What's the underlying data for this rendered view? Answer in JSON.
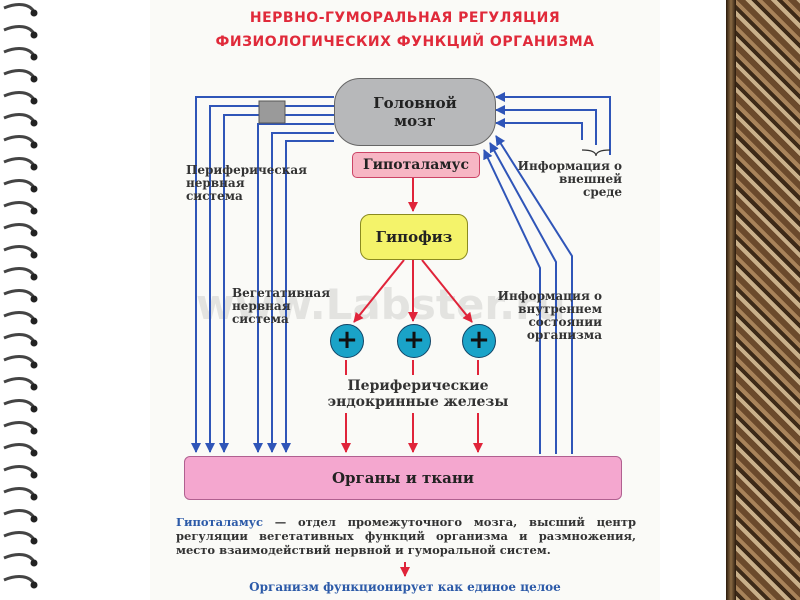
{
  "title": {
    "line1": "НЕРВНО-ГУМОРАЛЬНАЯ РЕГУЛЯЦИЯ",
    "line2": "ФИЗИОЛОГИЧЕСКИХ ФУНКЦИЙ ОРГАНИЗМА"
  },
  "nodes": {
    "brain": "Головной мозг",
    "hypothalamus": "Гипоталамус",
    "pituitary": "Гипофиз",
    "organs": "Органы и ткани"
  },
  "labels": {
    "peripheral_nervous": "Периферическая нервная система",
    "vegetative": "Вегетативная нервная система",
    "external_info": "Информация о внешней среде",
    "internal_info": "Информация о внутреннем состоянии организма",
    "peripheral_glands": "Периферические эндокринные железы"
  },
  "plus_symbol": "+",
  "watermark": "www.Labster.ru",
  "caption": {
    "term": "Гипоталамус",
    "text": " — отдел промежуточного мозга, высший центр регуляции вегетативных функций организма и размножения, место взаимодействий нервной и гуморальной систем."
  },
  "conclusion": "Организм функционирует как единое целое",
  "colors": {
    "title": "#e02a3a",
    "nerve_line": "#2f55b8",
    "humoral_arrow": "#e0243a",
    "brain": "#b7b8ba",
    "hypothalamus": "#f7b6c4",
    "pituitary": "#f4f36a",
    "organs": "#f4a7cf",
    "gland": "#1aa3c8"
  }
}
